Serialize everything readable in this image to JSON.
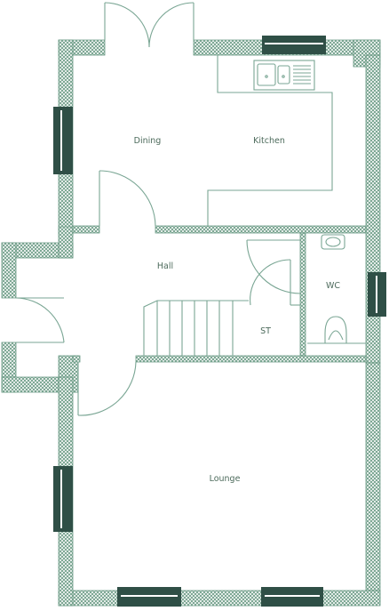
{
  "rooms": {
    "dining": "Dining",
    "kitchen": "Kitchen",
    "hall": "Hall",
    "wc": "WC",
    "st": "ST",
    "lounge": "Lounge"
  },
  "colors": {
    "wall_hatch": "#6a9a84",
    "window": "#2f4f46",
    "lines": "#7aa694",
    "label": "#4d6b5c"
  }
}
